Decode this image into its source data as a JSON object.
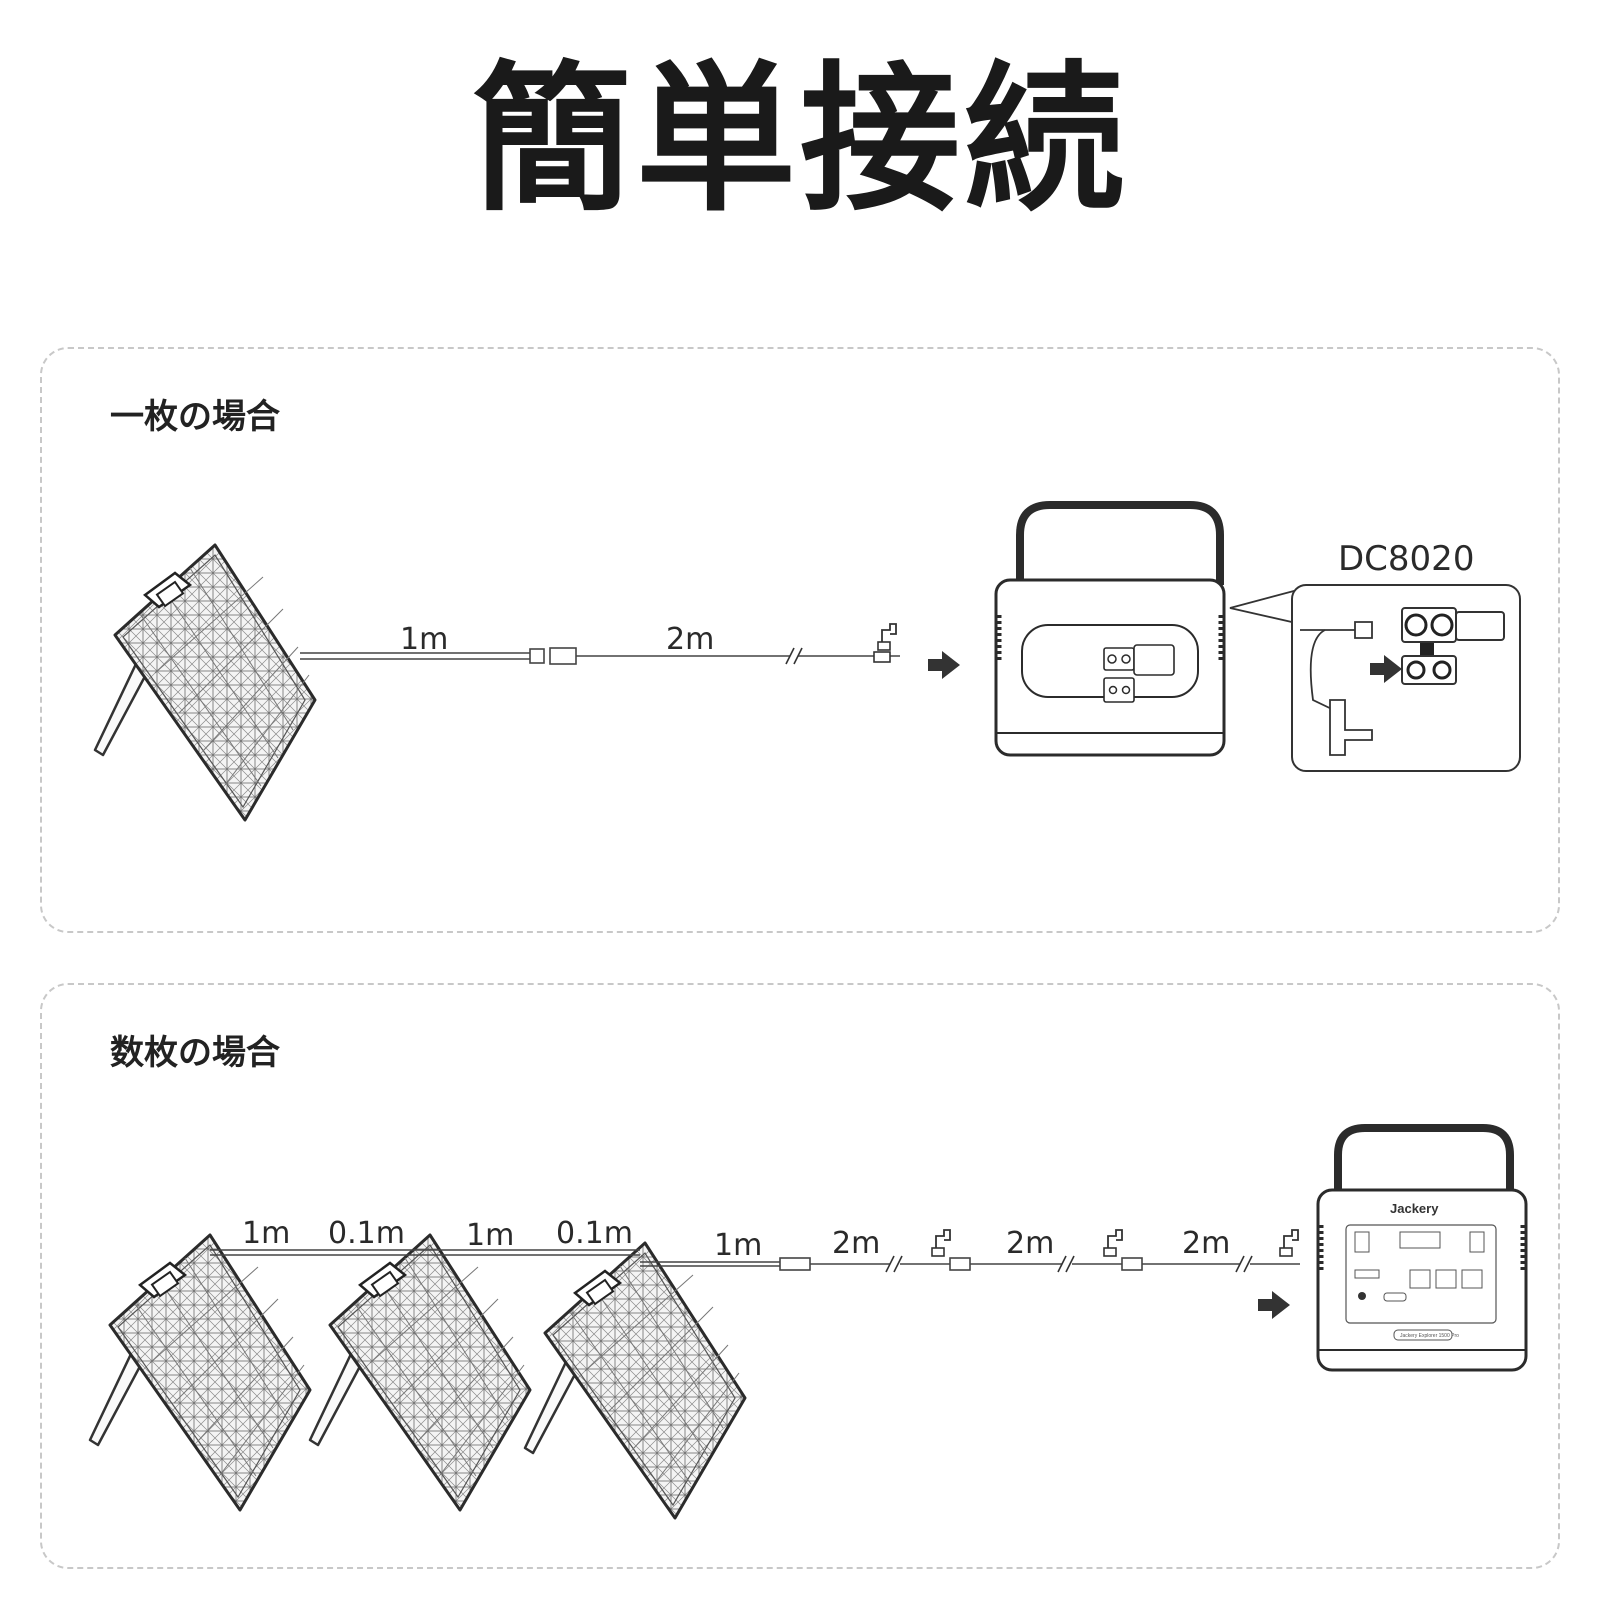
{
  "title": "簡単接続",
  "single": {
    "heading": "一枚の場合",
    "cable_labels": [
      "1m",
      "2m"
    ],
    "connector_label": "DC8020"
  },
  "multi": {
    "heading": "数枚の場合",
    "cable_labels": [
      "1m",
      "0.1m",
      "1m",
      "0.1m",
      "1m",
      "2m",
      "2m",
      "2m"
    ],
    "brand": "Jackery",
    "model": "Jackery Explorer 1500 Pro"
  },
  "icons": [
    "solar-panel-icon",
    "power-station-icon",
    "arrow-right-icon",
    "dc-connector-icon"
  ]
}
